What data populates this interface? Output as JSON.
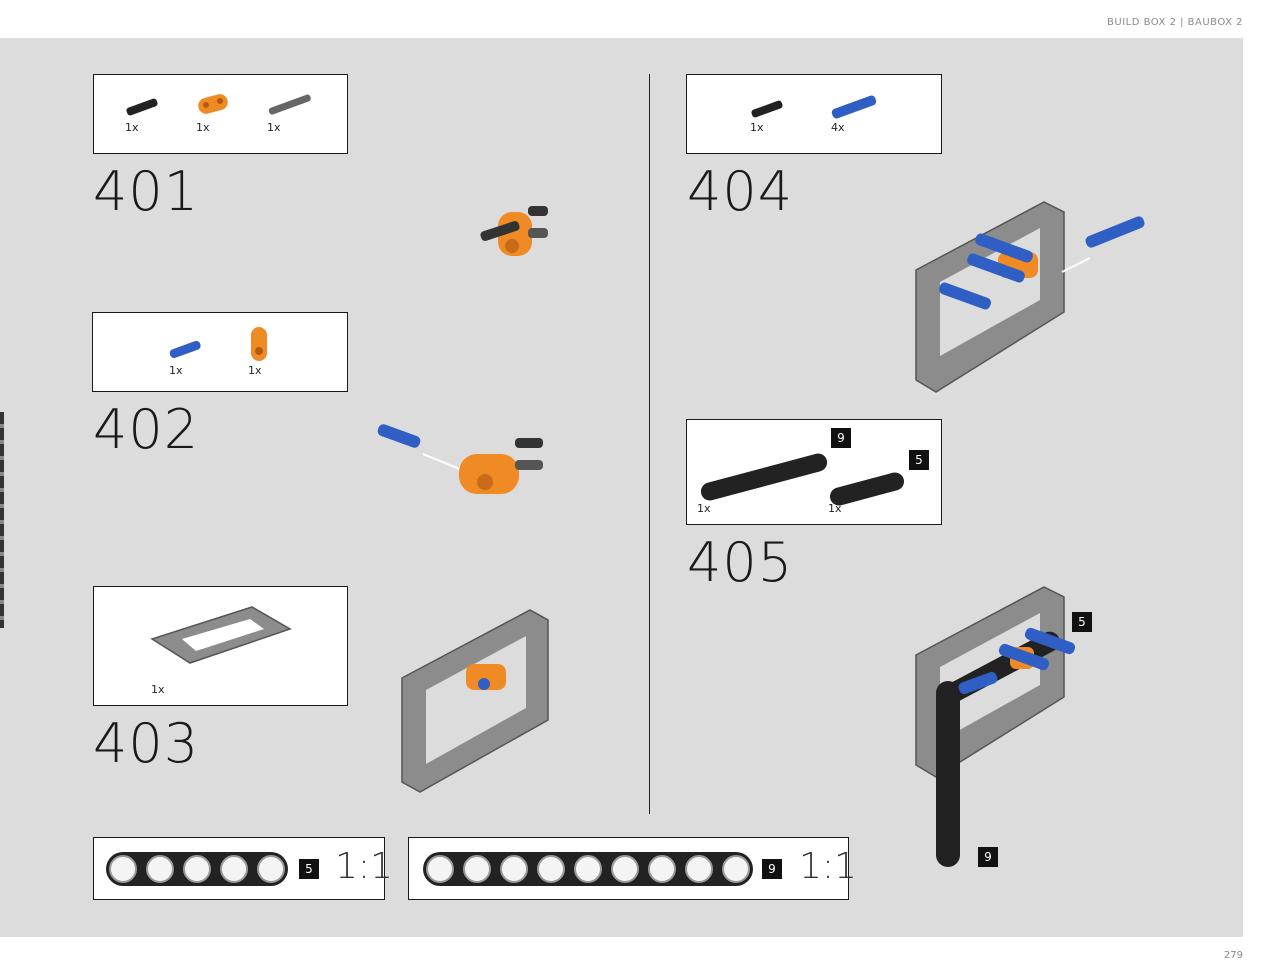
{
  "header": {
    "title": "BUILD BOX 2  |  BAUBOX 2"
  },
  "page_number": "279",
  "steps": [
    {
      "number": "401",
      "parts": [
        {
          "qty": "1x"
        },
        {
          "qty": "1x"
        },
        {
          "qty": "1x"
        }
      ]
    },
    {
      "number": "402",
      "parts": [
        {
          "qty": "1x"
        },
        {
          "qty": "1x"
        }
      ]
    },
    {
      "number": "403",
      "parts": [
        {
          "qty": "1x"
        }
      ]
    },
    {
      "number": "404",
      "parts": [
        {
          "qty": "1x"
        },
        {
          "qty": "4x"
        }
      ]
    },
    {
      "number": "405",
      "parts": [
        {
          "qty": "1x",
          "badge": "9"
        },
        {
          "qty": "1x",
          "badge": "5"
        }
      ]
    }
  ],
  "assembly_badges": {
    "short_beam": "5",
    "long_beam": "9"
  },
  "scale_references": [
    {
      "length": "5",
      "scale": "1:1"
    },
    {
      "length": "9",
      "scale": "1:1"
    }
  ],
  "colors": {
    "orange": "#f08a24",
    "blue": "#2f5fc4",
    "gray": "#8c8c8c",
    "dark": "#222222"
  }
}
